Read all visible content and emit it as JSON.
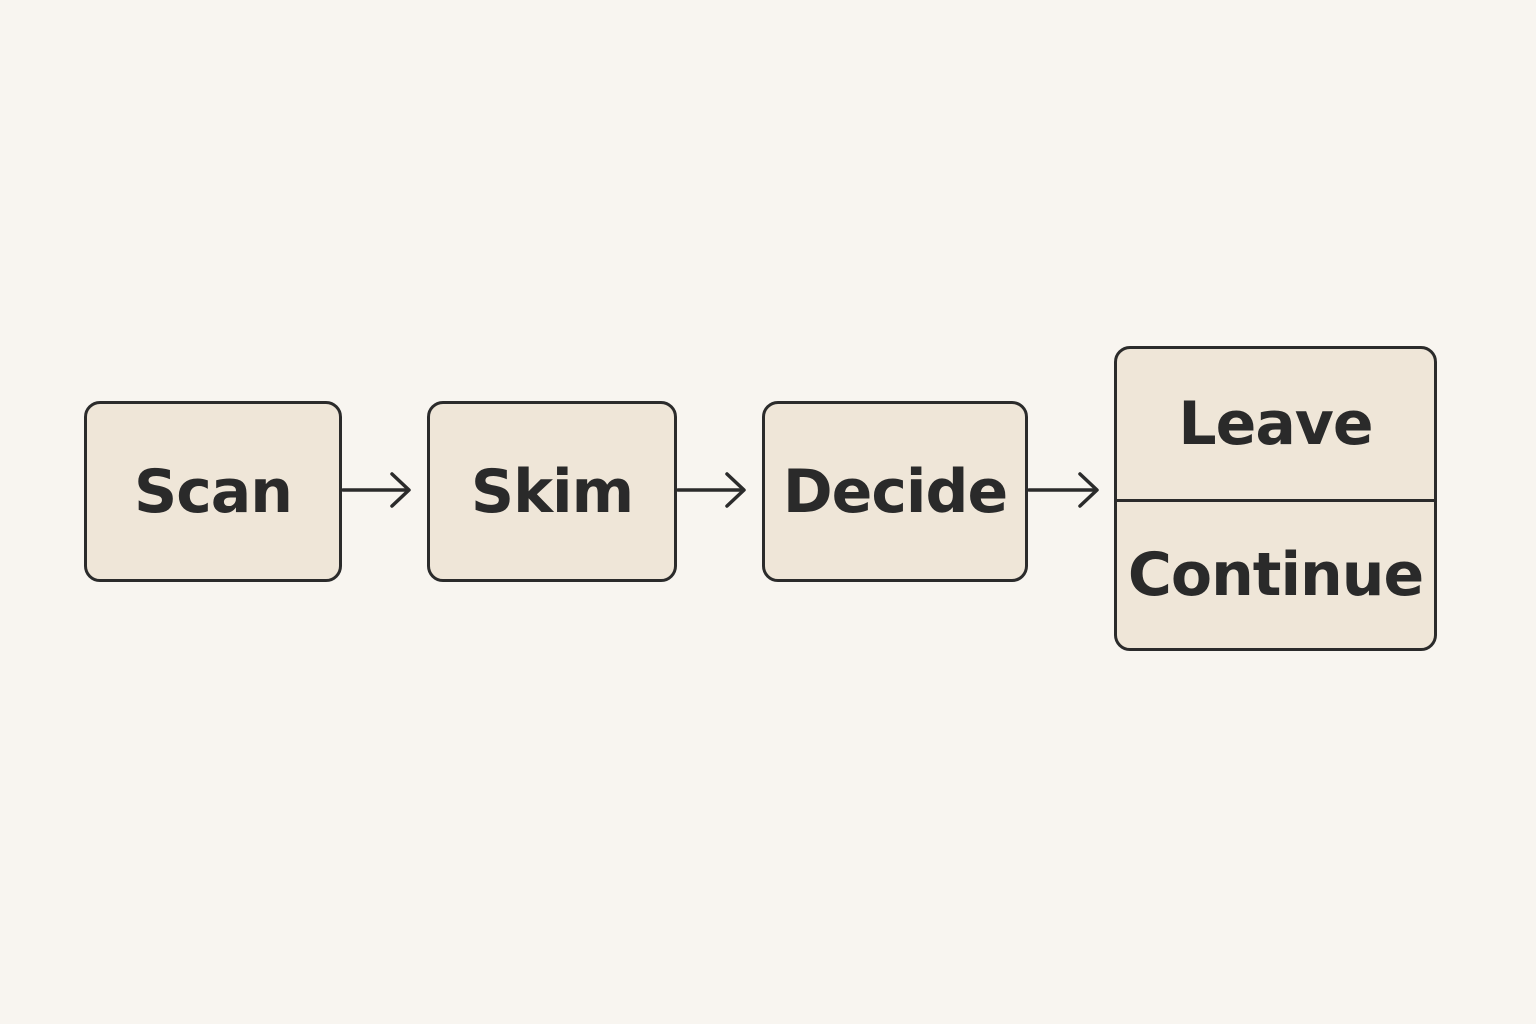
{
  "steps": {
    "scan": "Scan",
    "skim": "Skim",
    "decide": "Decide"
  },
  "outcomes": {
    "leave": "Leave",
    "continue": "Continue"
  },
  "colors": {
    "background": "#f8f5f0",
    "box_fill": "#efe6d8",
    "stroke": "#2b2b2b",
    "text": "#2a2a2a"
  }
}
